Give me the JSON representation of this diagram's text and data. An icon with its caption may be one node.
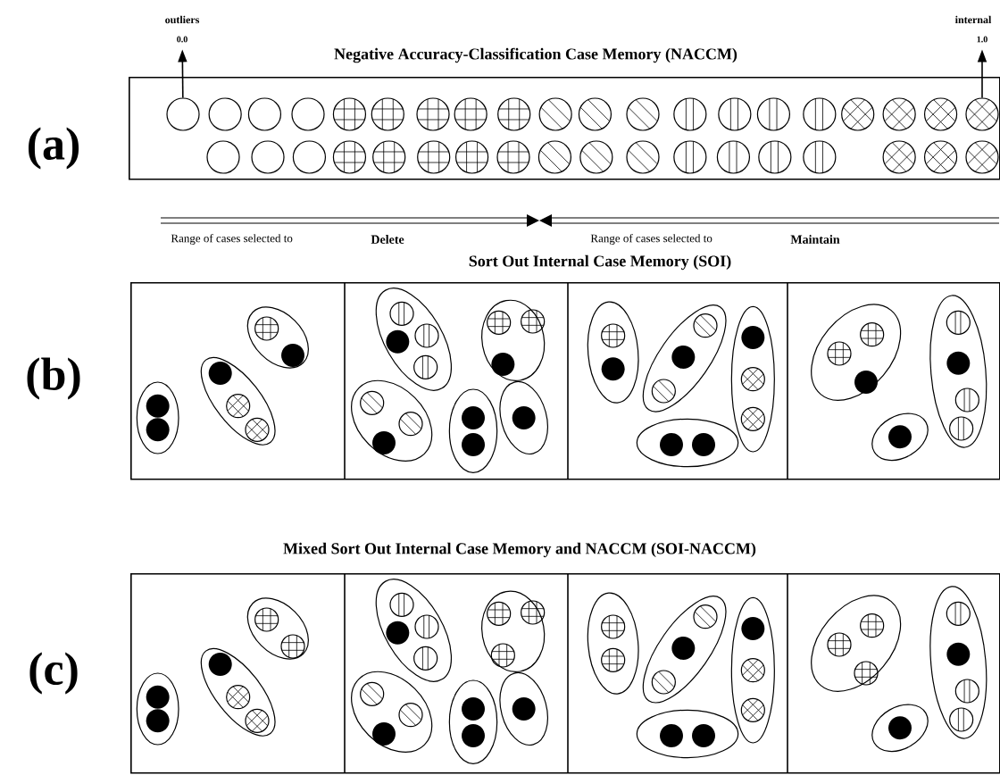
{
  "diagram": {
    "nodes": [
      {
        "text": [
          "Negative Accuracy-Classification Case Memory (NACCM)"
        ]
      },
      {
        "text": [
          "outliers",
          "0.0"
        ]
      },
      {
        "text": [],
        "shape": "circle",
        "in": 0
      },
      {
        "text": [
          "internal",
          "1.0"
        ]
      },
      {
        "text": [],
        "shape": "circle",
        "in": 0
      },
      {
        "text": [
          "Sort Out Internal Case Memory (SOI)"
        ]
      },
      {
        "text": [
          "Mixed Sort Out Internal Case Memory and NACCM (SOI-NACCM)"
        ]
      }
    ],
    "edges": [
      {
        "from": 2,
        "to": 1,
        "arrow": "to"
      },
      {
        "from": 4,
        "to": 3,
        "arrow": "to"
      }
    ],
    "labels": [
      "(a)",
      "Range of cases selected to",
      "Delete",
      "Range of cases selected to",
      "Maintain",
      "(b)",
      "(c)"
    ]
  }
}
